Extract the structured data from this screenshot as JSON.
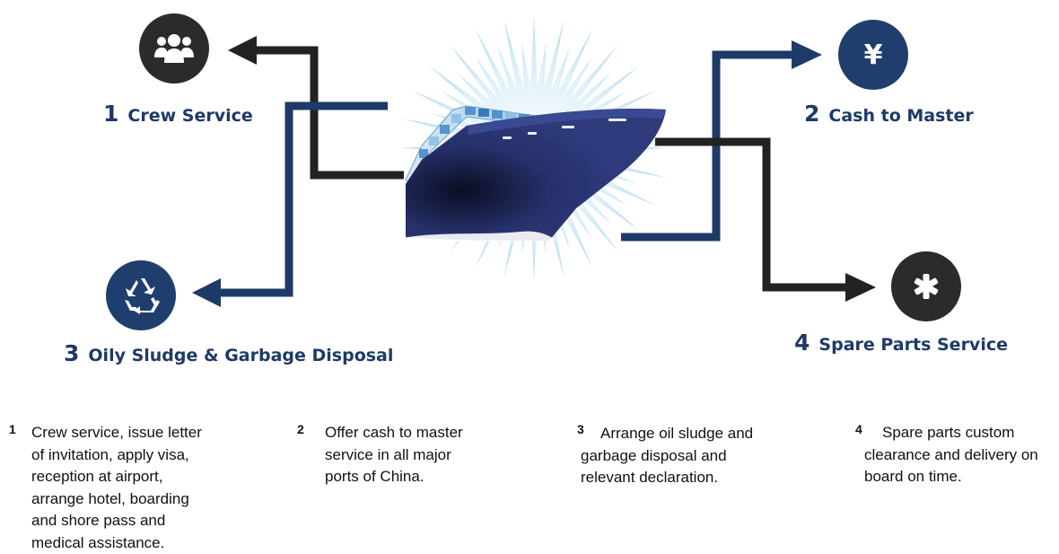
{
  "colors": {
    "navy": "#1e3a66",
    "circle_blue": "#1f3e6e",
    "circle_dark": "#2b2b2b",
    "ship_hull": "#26306a",
    "burst": "#bfe3f2"
  },
  "services": [
    {
      "num": "1",
      "label": "Crew Service",
      "icon": "people-group-icon"
    },
    {
      "num": "2",
      "label": "Cash to Master",
      "icon": "yen-icon",
      "icon_text": "¥"
    },
    {
      "num": "3",
      "label": "Oily Sludge & Garbage Disposal",
      "icon": "recycle-icon"
    },
    {
      "num": "4",
      "label": "Spare Parts Service",
      "icon": "asterisk-icon"
    }
  ],
  "descriptions": [
    {
      "num": "1",
      "lines": [
        "Crew service, issue letter",
        "of invitation, apply visa,",
        "reception at airport,",
        "arrange hotel, boarding",
        "and shore pass and",
        "medical assistance."
      ]
    },
    {
      "num": "2",
      "lines": [
        "Offer cash to master",
        " service in all major",
        " ports of China."
      ]
    },
    {
      "num": "3",
      "lines": [
        "Arrange oil sludge and",
        "garbage disposal and",
        "relevant declaration."
      ]
    },
    {
      "num": "4",
      "lines": [
        "Spare parts custom",
        "clearance and delivery on",
        "board on time."
      ]
    }
  ]
}
